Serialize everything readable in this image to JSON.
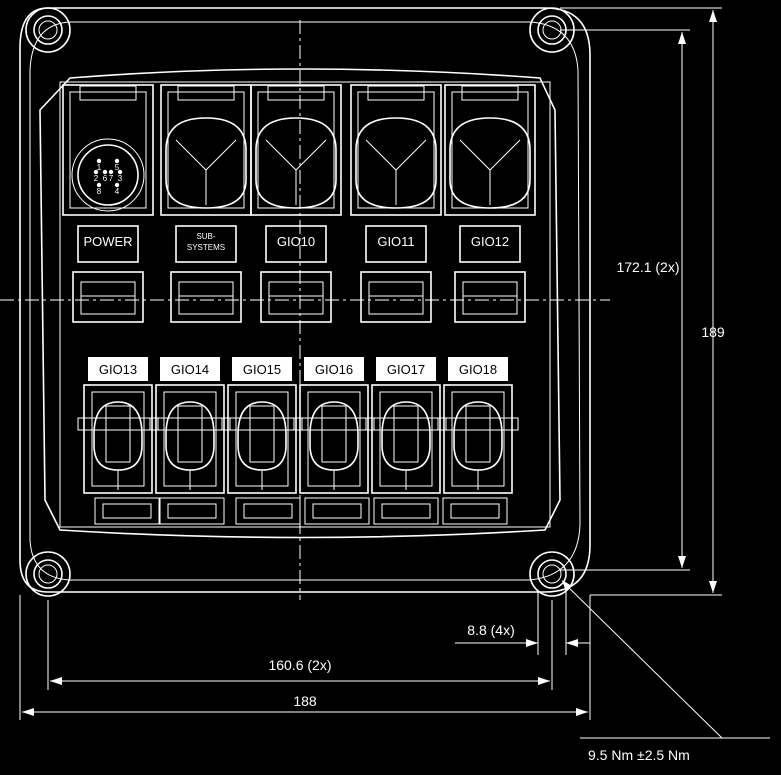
{
  "colors": {
    "background": "#000000",
    "line": "#ffffff"
  },
  "top_connectors": [
    {
      "label": "POWER"
    },
    {
      "label": "SUB-\nSYSTEMS"
    },
    {
      "label": "GIO10"
    },
    {
      "label": "GIO11"
    },
    {
      "label": "GIO12"
    }
  ],
  "bottom_connectors": [
    {
      "label": "GIO13"
    },
    {
      "label": "GIO14"
    },
    {
      "label": "GIO15"
    },
    {
      "label": "GIO16"
    },
    {
      "label": "GIO17"
    },
    {
      "label": "GIO18"
    }
  ],
  "power_pins": [
    "1",
    "5",
    "2",
    "6",
    "7",
    "3",
    "8",
    "4"
  ],
  "dimensions": {
    "overall_width": "188",
    "hole_spacing_x": "160.6 (2x)",
    "hole_spacing_y": "172.1 (2x)",
    "overall_height": "189",
    "hole_diameter": "8.8 (4x)",
    "torque": "9.5 Nm ±2.5 Nm"
  }
}
